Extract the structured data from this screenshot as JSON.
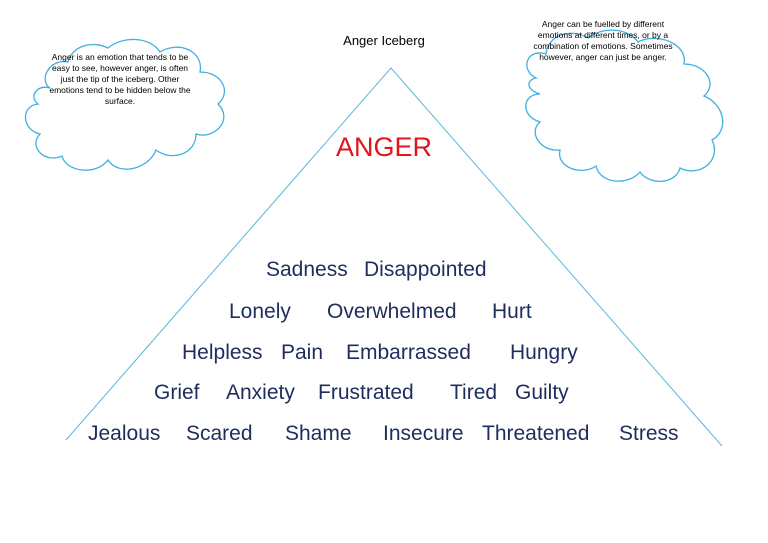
{
  "title": "Anger Iceberg",
  "colors": {
    "outline": "#5bb7dc",
    "anger": "#e3141b",
    "emotions": "#1f2d5c"
  },
  "clouds": {
    "left": "Anger is an emotion that tends to be easy to see, however anger, is often just the tip of the iceberg. Other emotions tend to be hidden below the surface.",
    "right": "Anger can be fuelled by different emotions at different times, or by a combination of emotions. Sometimes however, anger can just be anger."
  },
  "center_label": "ANGER",
  "emotions": [
    [
      "Sadness",
      "Disappointed"
    ],
    [
      "Lonely",
      "Overwhelmed",
      "Hurt"
    ],
    [
      "Helpless",
      "Pain",
      "Embarrassed",
      "Hungry"
    ],
    [
      "Grief",
      "Anxiety",
      "Frustrated",
      "Tired",
      "Guilty"
    ],
    [
      "Jealous",
      "Scared",
      "Shame",
      "Insecure",
      "Threatened",
      "Stress"
    ]
  ]
}
